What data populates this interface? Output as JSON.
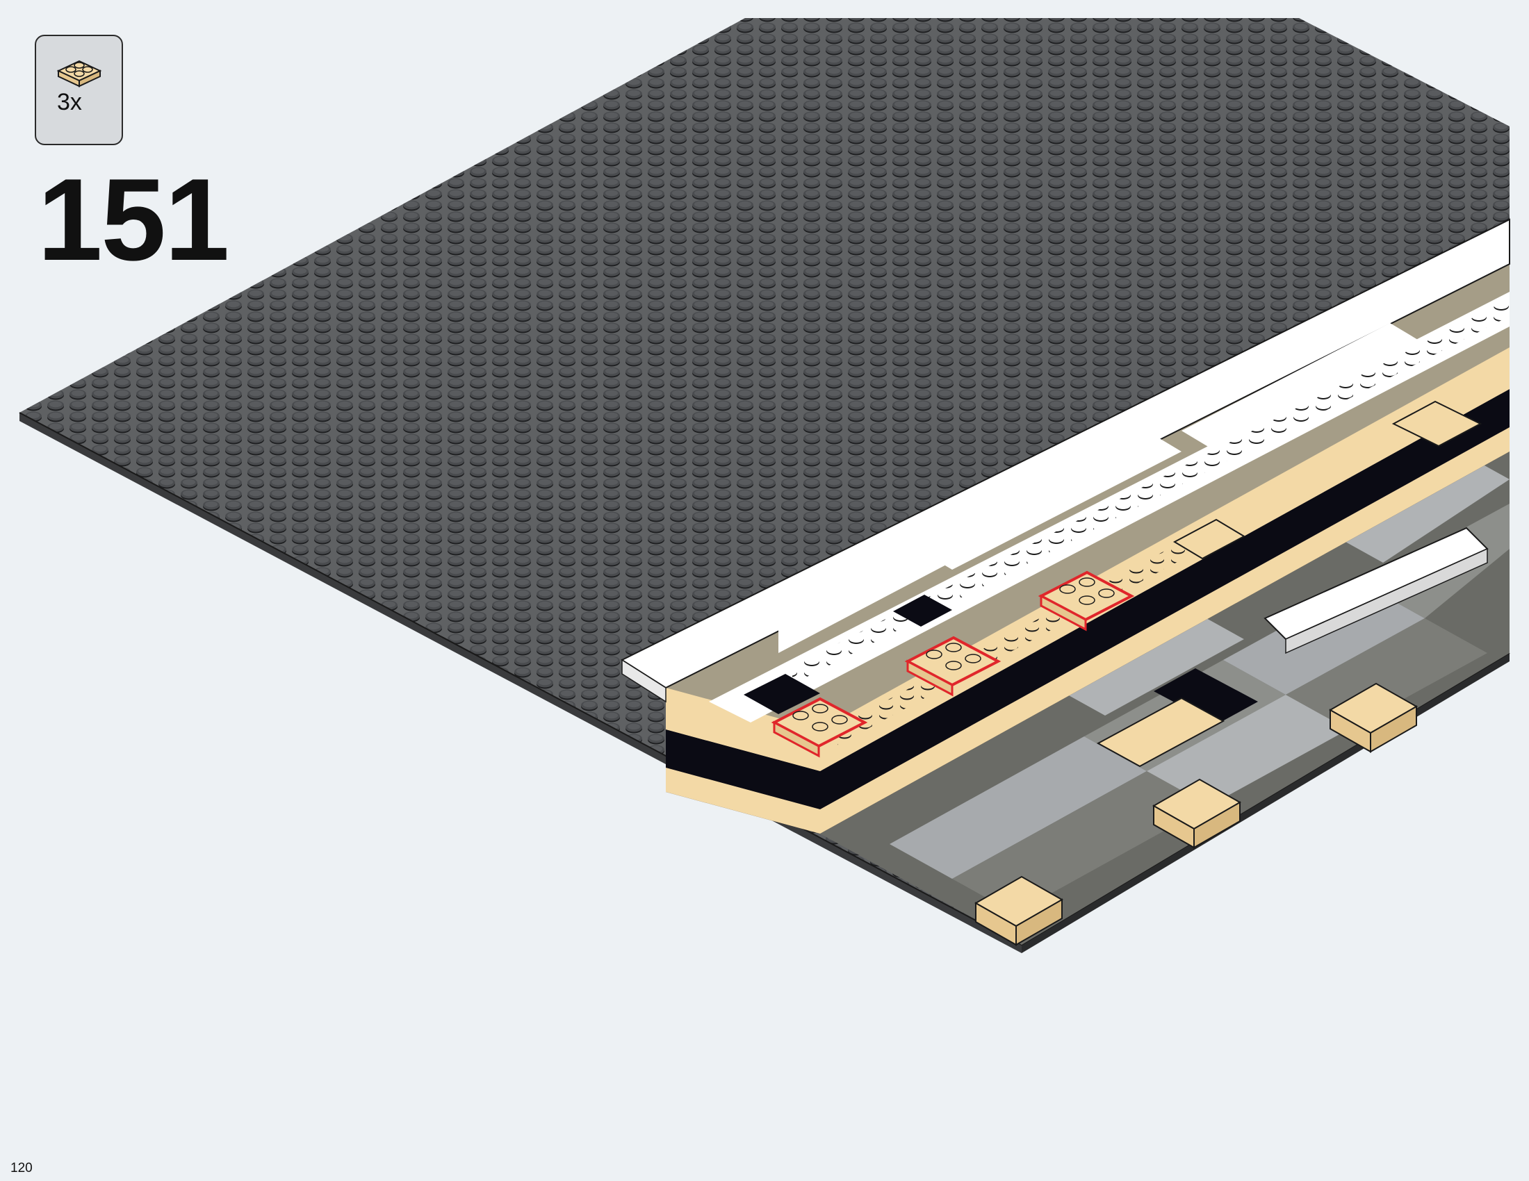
{
  "step": {
    "number": "151",
    "parts_callout": {
      "quantity_label": "3x",
      "part_icon": "tan-plate-2x2-icon",
      "part_color": "#f3d9a6"
    }
  },
  "page_number": "120",
  "colors": {
    "background": "#edf1f4",
    "baseplate": "#5f6163",
    "tan": "#f3d9a6",
    "dark_tan": "#a59d87",
    "white": "#ffffff",
    "black": "#0b0b14",
    "light_gray": "#a7aaad",
    "dark_gray": "#6a6b66",
    "highlight": "#e0262b"
  }
}
